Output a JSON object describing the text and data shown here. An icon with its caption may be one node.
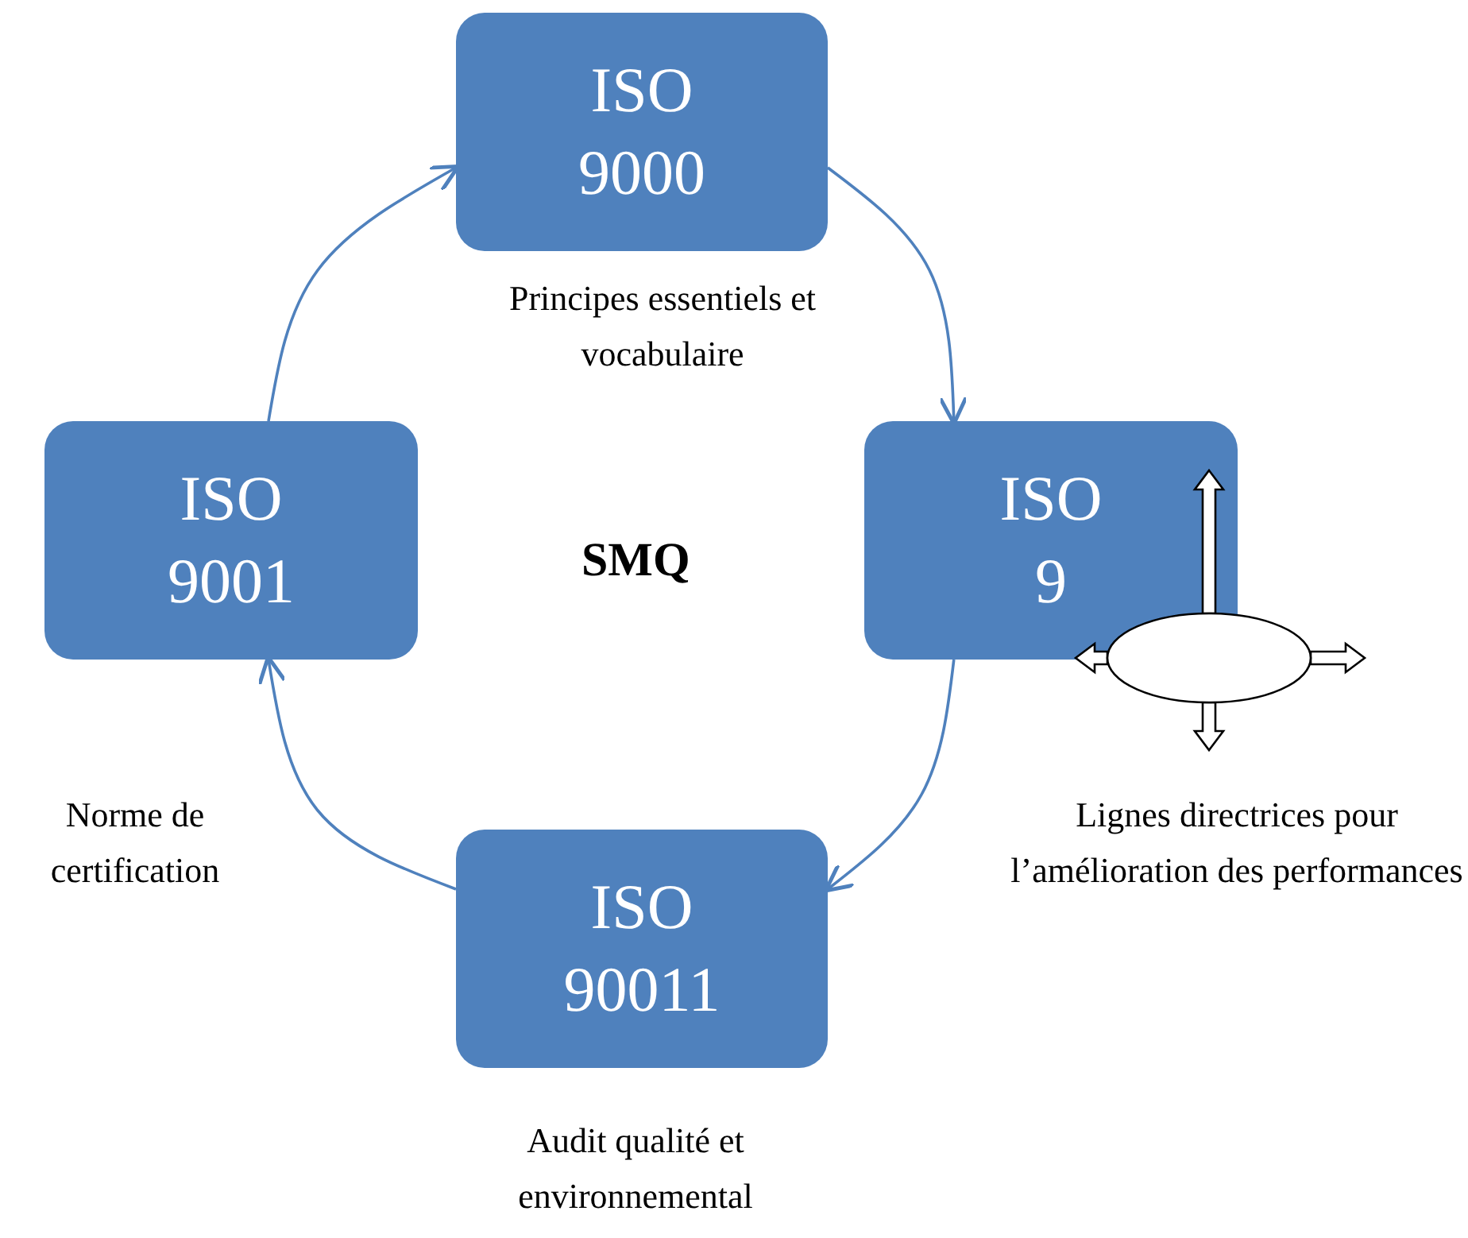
{
  "diagram": {
    "nodes": [
      {
        "text": [
          "ISO 9000"
        ]
      },
      {
        "text": [
          "ISO 9001"
        ]
      },
      {
        "text": [
          "ISO 9"
        ]
      },
      {
        "text": [
          "ISO 90011"
        ]
      },
      {
        "text": [],
        "shape": "ellipse"
      }
    ],
    "edges": [
      {
        "from": 0,
        "to": 2,
        "arrow": "to"
      },
      {
        "from": 2,
        "to": 3,
        "arrow": "to"
      },
      {
        "from": 3,
        "to": 1,
        "arrow": "to"
      },
      {
        "from": 1,
        "to": 0,
        "arrow": "to"
      }
    ],
    "labels": [
      "Principes essentiels et vocabulaire",
      "SMQ",
      "Norme de certification",
      "Lignes directrices pour l’amélioration  des performances",
      "Audit qualité et environnemental"
    ]
  }
}
